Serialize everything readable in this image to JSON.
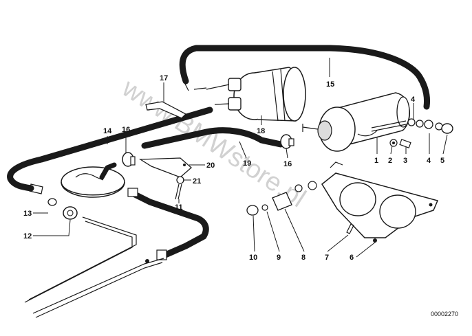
{
  "diagram": {
    "watermark": "www.BMWstore.pl",
    "doc_id": "00002270",
    "callouts": [
      "1",
      "2",
      "3",
      "4",
      "4",
      "5",
      "6",
      "7",
      "8",
      "9",
      "10",
      "11",
      "12",
      "13",
      "14",
      "15",
      "16",
      "16",
      "17",
      "18",
      "19",
      "20",
      "21"
    ]
  }
}
